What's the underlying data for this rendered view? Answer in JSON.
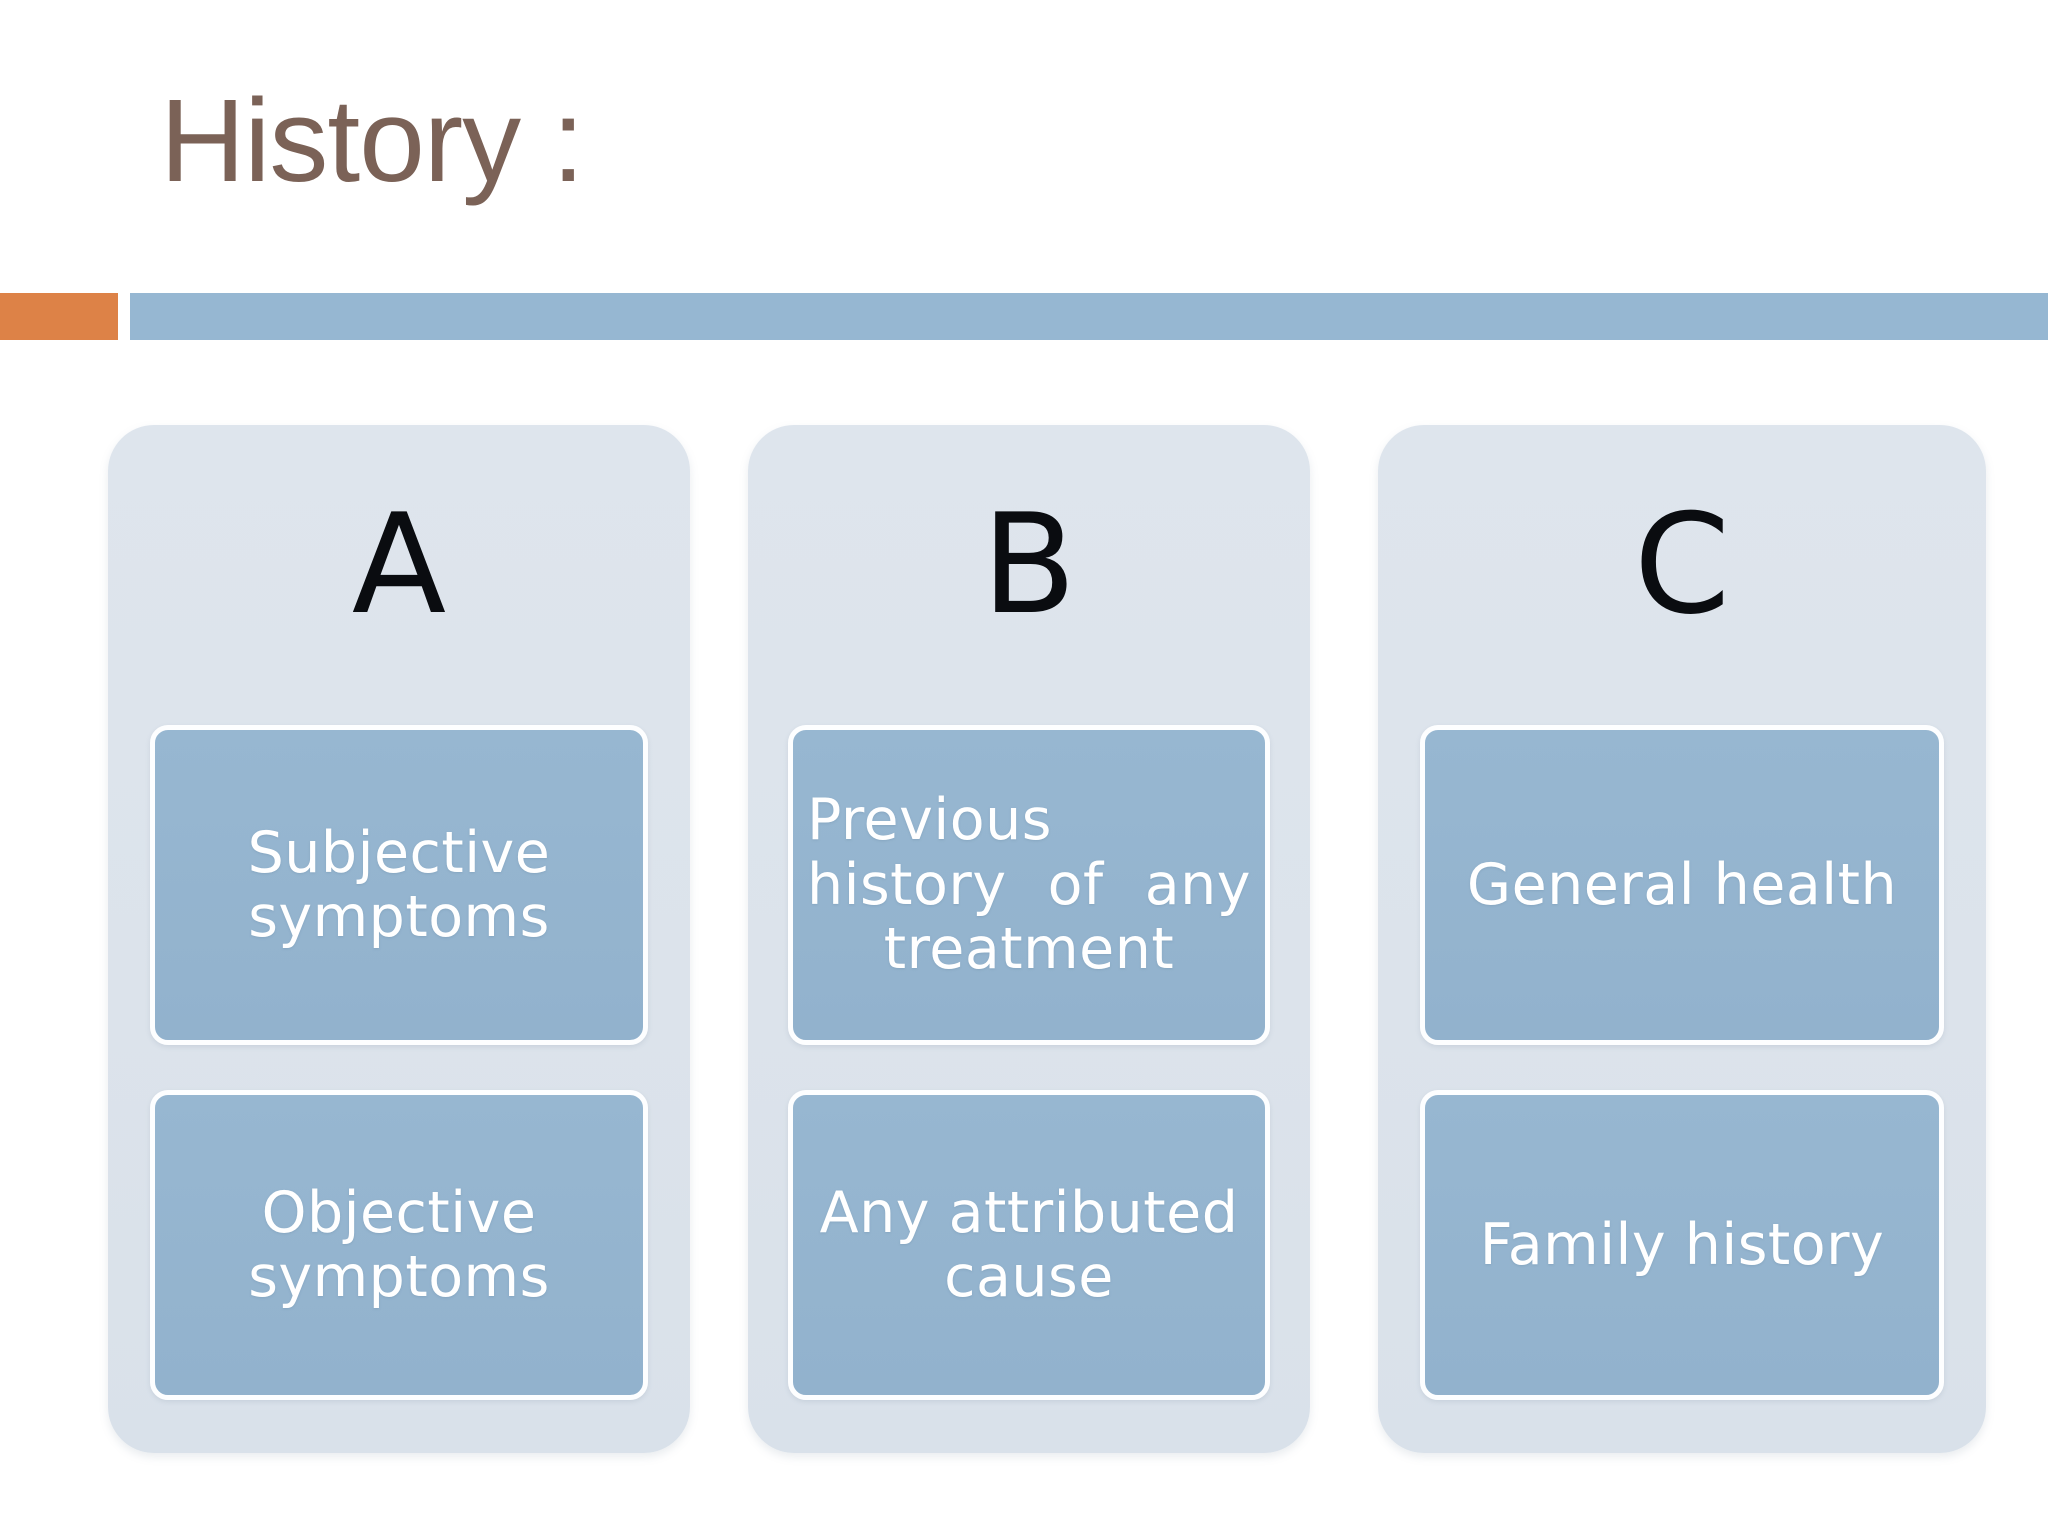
{
  "slide": {
    "title": "History :",
    "title_color": "#7B6257",
    "background_color": "#FFFFFF"
  },
  "accent": {
    "left_bar_color": "#DD8247",
    "right_bar_color": "#96B7D2"
  },
  "theme": {
    "card_background": "#DDE4EC",
    "chip_background": "#94B4CE",
    "chip_border_color": "#FFFFFF",
    "chip_text_color": "#FFFFFF",
    "letter_color": "#0A0C10"
  },
  "columns": [
    {
      "letter": "A",
      "items": [
        {
          "text": "Subjective symptoms"
        },
        {
          "text": "Objective symptoms"
        }
      ]
    },
    {
      "letter": "B",
      "items": [
        {
          "text": "Previous history of any treatment"
        },
        {
          "text": "Any attributed cause"
        }
      ]
    },
    {
      "letter": "C",
      "items": [
        {
          "text": "General health"
        },
        {
          "text": "Family history"
        }
      ]
    }
  ]
}
